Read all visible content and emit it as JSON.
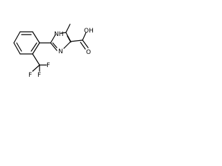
{
  "structure": {
    "labels": {
      "nh": "NH",
      "n": "N",
      "oh": "OH",
      "o": "O",
      "f1": "F",
      "f2": "F",
      "f3": "F"
    }
  }
}
